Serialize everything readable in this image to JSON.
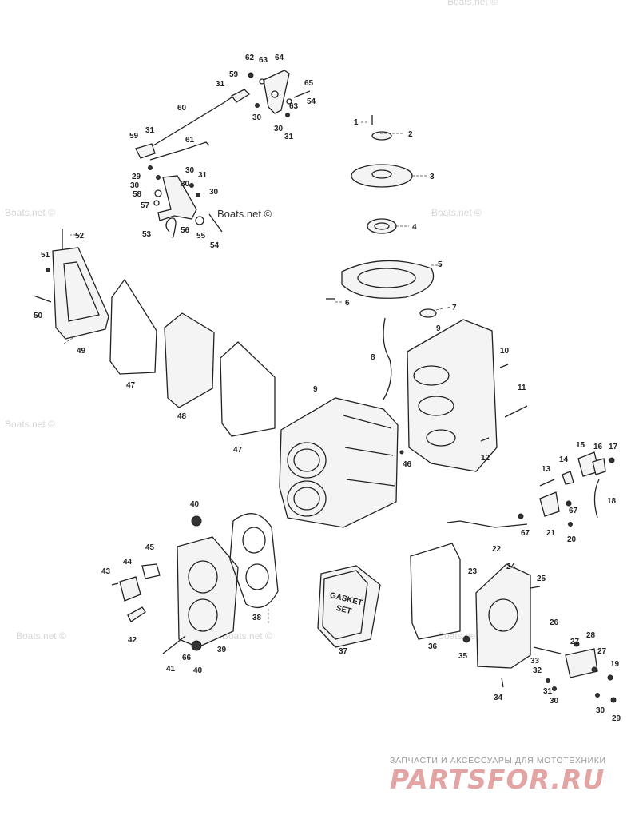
{
  "watermark": "Boats.net ©",
  "footer": {
    "subtitle": "ЗАПЧАСТИ И АКСЕССУАРЫ ДЛЯ МОТОТЕХНИКИ",
    "brand": "PARTSFOR.RU"
  },
  "gasket_box": {
    "line1": "GASKET",
    "line2": "SET"
  },
  "callouts": {
    "c1": "1",
    "c2": "2",
    "c3": "3",
    "c4": "4",
    "c5": "5",
    "c6": "6",
    "c7": "7",
    "c8": "8",
    "c9a": "9",
    "c9b": "9",
    "c10": "10",
    "c11": "11",
    "c12": "12",
    "c13": "13",
    "c14": "14",
    "c15": "15",
    "c16": "16",
    "c17": "17",
    "c18": "18",
    "c19": "19",
    "c20": "20",
    "c21": "21",
    "c22": "22",
    "c23": "23",
    "c24": "24",
    "c25": "25",
    "c26": "26",
    "c27a": "27",
    "c27b": "27",
    "c28": "28",
    "c29a": "29",
    "c29b": "29",
    "c30a": "30",
    "c30b": "30",
    "c30c": "30",
    "c30d": "30",
    "c30e": "30",
    "c30f": "30",
    "c30g": "30",
    "c30h": "30",
    "c31a": "31",
    "c31b": "31",
    "c31c": "31",
    "c31d": "31",
    "c31e": "31",
    "c32": "32",
    "c33": "33",
    "c34": "34",
    "c35": "35",
    "c36": "36",
    "c37": "37",
    "c38": "38",
    "c39": "39",
    "c40a": "40",
    "c40b": "40",
    "c41": "41",
    "c42": "42",
    "c43": "43",
    "c44": "44",
    "c45": "45",
    "c46": "46",
    "c47a": "47",
    "c47b": "47",
    "c48": "48",
    "c49": "49",
    "c50": "50",
    "c51": "51",
    "c52": "52",
    "c53": "53",
    "c54a": "54",
    "c54b": "54",
    "c55": "55",
    "c56": "56",
    "c57": "57",
    "c58": "58",
    "c59a": "59",
    "c59b": "59",
    "c60": "60",
    "c61": "61",
    "c62": "62",
    "c63a": "63",
    "c63b": "63",
    "c64": "64",
    "c65": "65",
    "c66": "66",
    "c67a": "67",
    "c67b": "67"
  }
}
